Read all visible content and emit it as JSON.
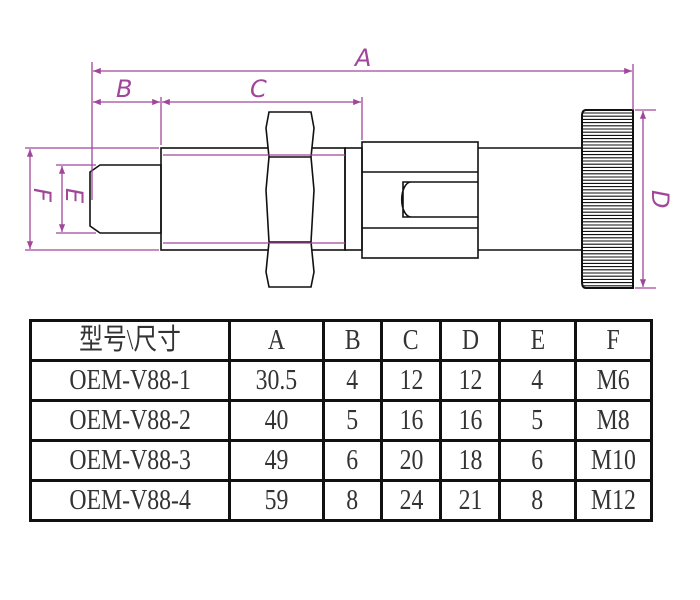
{
  "drawing": {
    "dimension_labels": {
      "A": "A",
      "B": "B",
      "C": "C",
      "D": "D",
      "E": "E",
      "F": "F"
    },
    "colors": {
      "dimension": "#a0479a",
      "outline": "#111111"
    }
  },
  "table": {
    "headers": [
      "型号\\尺寸",
      "A",
      "B",
      "C",
      "D",
      "E",
      "F"
    ],
    "rows": [
      [
        "OEM-V88-1",
        "30.5",
        "4",
        "12",
        "12",
        "4",
        "M6"
      ],
      [
        "OEM-V88-2",
        "40",
        "5",
        "16",
        "16",
        "5",
        "M8"
      ],
      [
        "OEM-V88-3",
        "49",
        "6",
        "20",
        "18",
        "6",
        "M10"
      ],
      [
        "OEM-V88-4",
        "59",
        "8",
        "24",
        "21",
        "8",
        "M12"
      ]
    ]
  }
}
